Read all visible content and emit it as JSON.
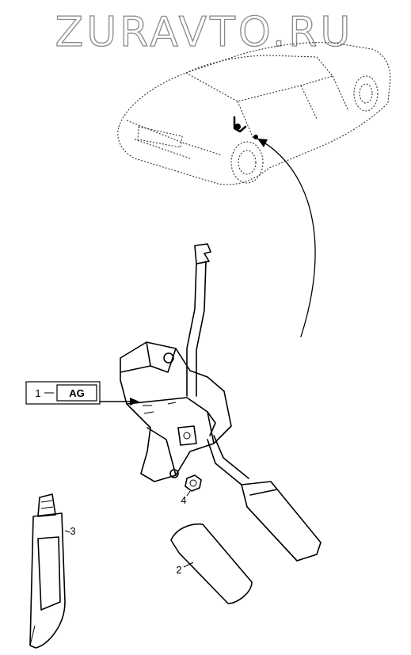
{
  "watermark": "ZURAVTO.RU",
  "callouts": [
    {
      "number": "1",
      "code": "AG"
    },
    {
      "number": "2"
    },
    {
      "number": "3"
    },
    {
      "number": "4"
    }
  ]
}
